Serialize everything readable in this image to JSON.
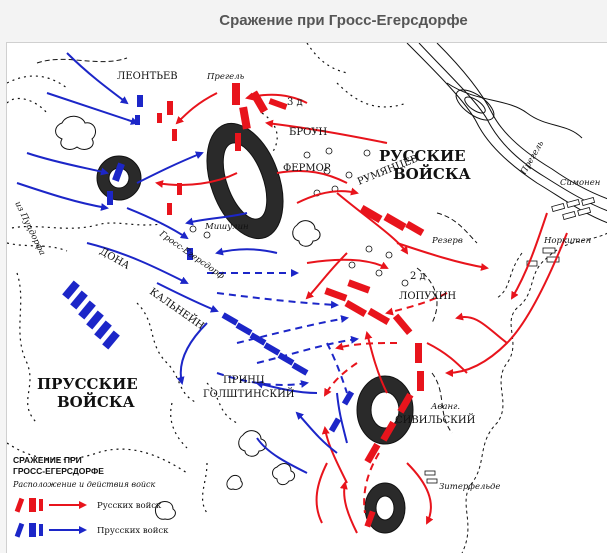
{
  "title": "Сражение при Гросс-Егерсдорфе",
  "colors": {
    "russian": "#e8141c",
    "prussian": "#1c26c8",
    "terrain": "#111111",
    "background": "#ffffff"
  },
  "labels": {
    "leontiev": "ЛЕОНТЬЕВ",
    "pregel_top": "Прегель",
    "div3": "3 д",
    "broun": "БРОУН",
    "russian_troops_1": "РУССКИЕ",
    "russian_troops_2": "ВОЙСКА",
    "iz_puzhdorfa": "из Пуцдорфа",
    "fermor": "ФЕРМОР",
    "rumyantsev": "РУМЯНЦЕВ",
    "mishulin": "Мишулин",
    "reserve": "Резерв",
    "gross_egersdorf": "Гросс-Егерсдорф",
    "dona": "ДОНА",
    "kalnein": "КАЛЬНЕЙН",
    "div2": "2 д",
    "lopukhin": "ЛОПУХИН",
    "pregel_right": "Прегель",
    "simonen": "Симонен",
    "norkiten": "Норкитен",
    "prussian_troops_1": "ПРУССКИЕ",
    "prussian_troops_2": "ВОЙСКА",
    "prince_1": "ПРИНЦ",
    "prince_2": "ГОЛШТИНСКИЙ",
    "avang": "Аванг.",
    "sivilsky": "СИВИЛЬСКИЙ",
    "zitterfelde": "Зитерфельде"
  },
  "legend": {
    "title_1": "СРАЖЕНИЕ ПРИ",
    "title_2": "ГРОСС-ЕГЕРСДОРФЕ",
    "subtitle": "Расположение и действия войск",
    "russian": "Русских войск",
    "prussian": "Прусских войск"
  }
}
